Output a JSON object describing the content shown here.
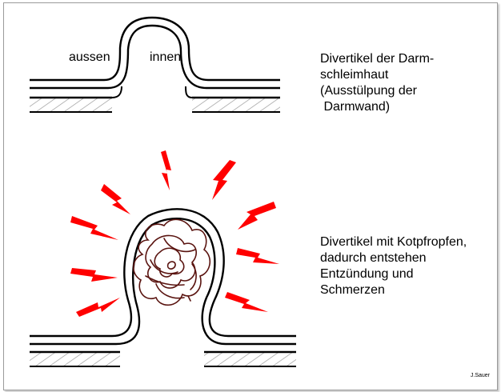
{
  "labels": {
    "outside": "aussen",
    "inside": "innen"
  },
  "captions": {
    "top": "Divertikel der Darm-\nschleimhaut\n(Ausstülpung der\n Darmwand)",
    "bottom": "Divertikel mit Kotpfropfen,\ndadurch entstehen\nEntzündung und\nSchmerzen"
  },
  "credit": "J.Sauer",
  "colors": {
    "outline": "#000000",
    "pain_bolts": "#ff0000",
    "fecal_plug": "#5a1410"
  }
}
